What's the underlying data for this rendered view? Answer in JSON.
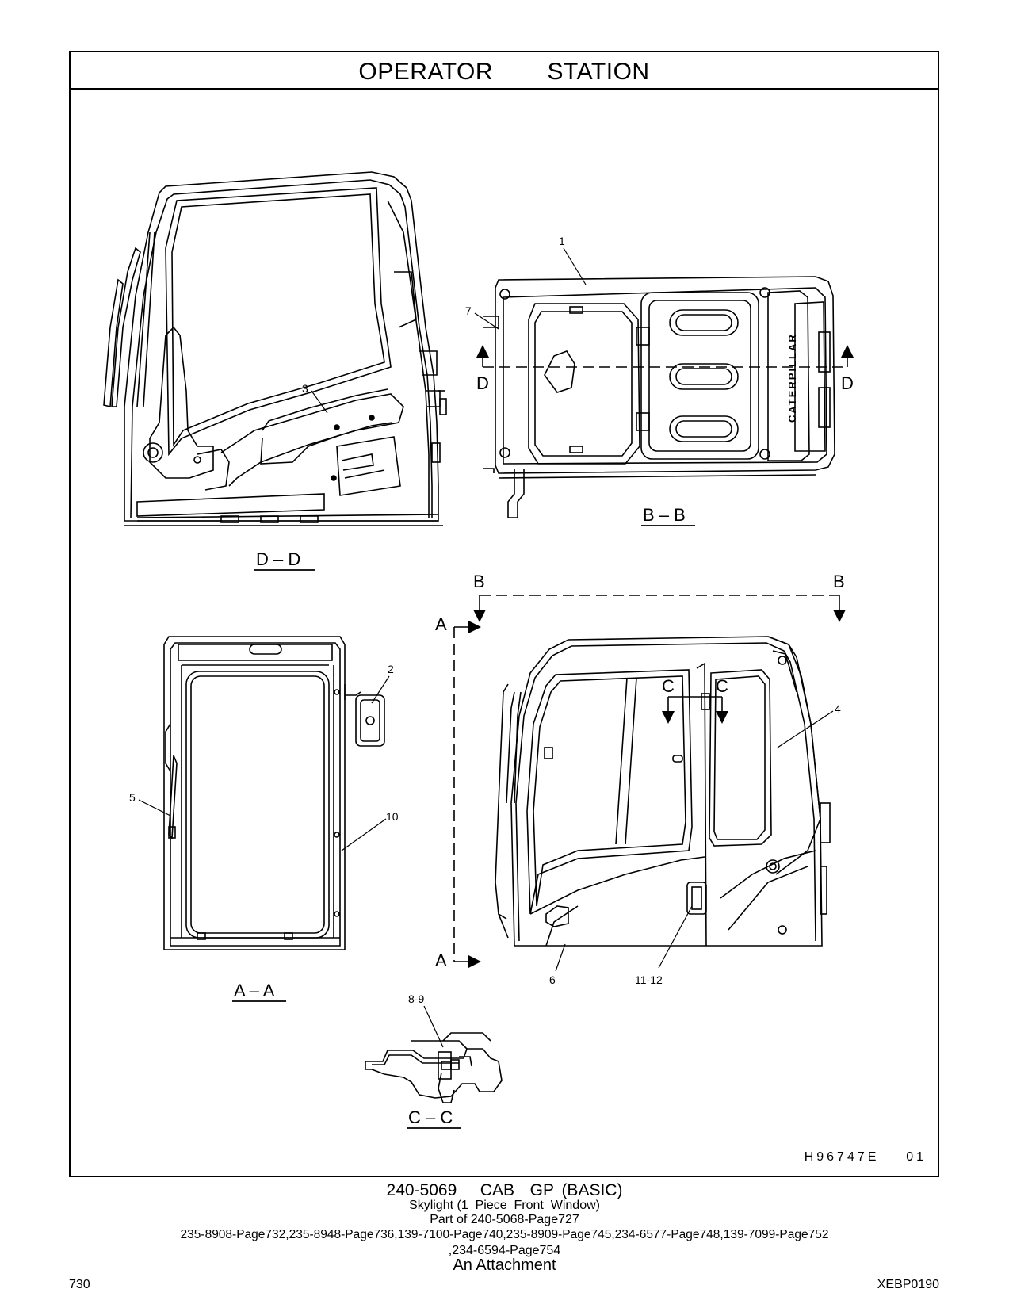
{
  "header": {
    "title": "OPERATOR   STATION"
  },
  "callouts": {
    "c1": "1",
    "c2": "2",
    "c3": "3",
    "c4": "4",
    "c5": "5",
    "c6": "6",
    "c7": "7",
    "c8_9": "8-9",
    "c10": "10",
    "c11_12": "11-12"
  },
  "section_markers": {
    "a": "A",
    "b": "B",
    "c": "C",
    "d": "D"
  },
  "section_titles": {
    "dd": "D – D",
    "bb": "B – B",
    "aa": "A – A",
    "cc": "C – C"
  },
  "brand_text": "CATERPILLAR",
  "illustration_id": "H96747E    01",
  "footer": {
    "main": "240-5069   CAB  GP (BASIC)",
    "sub": "Skylight (1  Piece  Front  Window)",
    "part_of": "Part of 240-5068-Page727",
    "pages": "235-8908-Page732,235-8948-Page736,139-7100-Page740,235-8909-Page745,234-6577-Page748,139-7099-Page752",
    "pages2": ",234-6594-Page754",
    "attachment": "An Attachment"
  },
  "page_number": "730",
  "doc_code": "XEBP0190"
}
